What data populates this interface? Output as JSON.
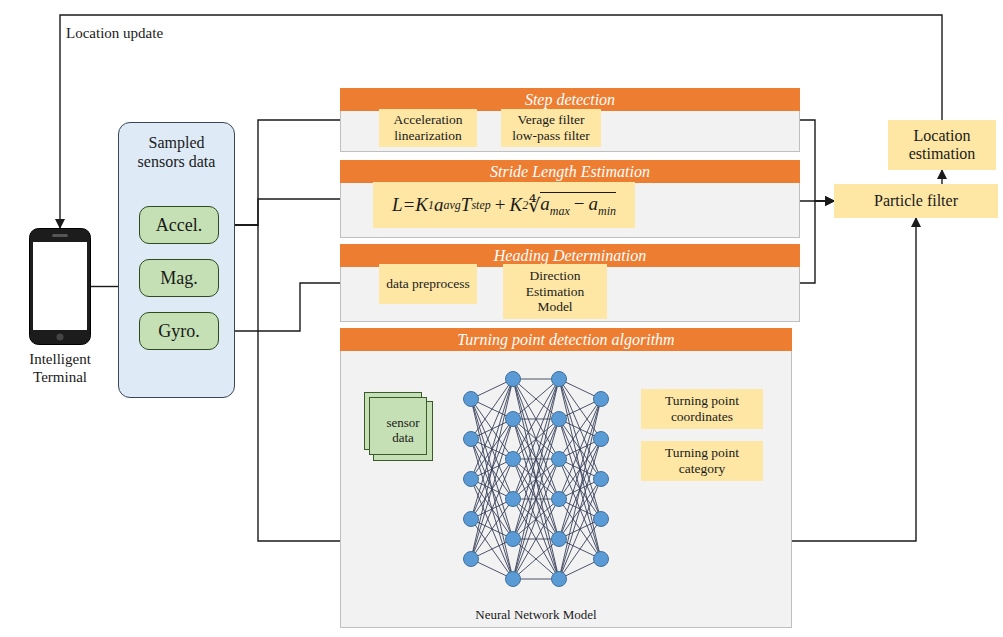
{
  "diagram": {
    "nodes": [
      {
        "text": [
          "Intelligent Terminal"
        ]
      },
      {
        "text": [
          "Sampled sensors data"
        ]
      },
      {
        "text": [
          "Accel."
        ],
        "in": 1
      },
      {
        "text": [
          "Mag."
        ],
        "in": 1
      },
      {
        "text": [
          "Gyro."
        ],
        "in": 1
      },
      {
        "text": [
          "Step detection"
        ]
      },
      {
        "text": [
          "Acceleration linearization"
        ],
        "in": 5
      },
      {
        "text": [
          "Verage filter low-pass filter"
        ],
        "in": 5
      },
      {
        "text": [
          "Stride Length Estimation"
        ]
      },
      {
        "text": [
          "L=K",
          "1",
          "a",
          "avg",
          "T",
          "step",
          "+",
          "K",
          "2",
          "∜",
          "a",
          "max",
          "−",
          "a",
          "min"
        ],
        "in": 8
      },
      {
        "text": [
          "Heading Determination"
        ]
      },
      {
        "text": [
          "data preprocess"
        ],
        "in": 10
      },
      {
        "text": [
          "Direction Estimation Model"
        ],
        "in": 10
      },
      {
        "text": [
          "Turning point detection algorithm"
        ]
      },
      {
        "text": [
          "sensor data"
        ],
        "in": 13
      },
      {
        "text": [
          "Neural Network Model"
        ],
        "in": 13
      },
      {
        "text": [
          "Turning point coordinates"
        ],
        "in": 13
      },
      {
        "text": [
          "Turning point category"
        ],
        "in": 13
      },
      {
        "text": [
          "Location estimation"
        ]
      },
      {
        "text": [
          "Particle filter"
        ]
      }
    ],
    "edges": [
      {
        "from": 0,
        "to": 1,
        "arrow": "none"
      },
      {
        "from": 1,
        "to": 5,
        "arrow": "none"
      },
      {
        "from": 1,
        "to": 8,
        "arrow": "none"
      },
      {
        "from": 1,
        "to": 10,
        "arrow": "none"
      },
      {
        "from": 1,
        "to": 13,
        "arrow": "none"
      },
      {
        "from": 6,
        "to": 7,
        "arrow": "to"
      },
      {
        "from": 11,
        "to": 12,
        "arrow": "to"
      },
      {
        "from": 14,
        "to": 15,
        "arrow": "to"
      },
      {
        "from": 15,
        "to": 16,
        "arrow": "to"
      },
      {
        "from": 15,
        "to": 17,
        "arrow": "to"
      },
      {
        "from": 5,
        "to": 19,
        "arrow": "to"
      },
      {
        "from": 8,
        "to": 19,
        "arrow": "to"
      },
      {
        "from": 10,
        "to": 19,
        "arrow": "to"
      },
      {
        "from": 13,
        "to": 19,
        "arrow": "to"
      },
      {
        "from": 19,
        "to": 18,
        "arrow": "to"
      },
      {
        "from": 18,
        "to": 0,
        "arrow": "to",
        "label": "Location update"
      }
    ]
  }
}
